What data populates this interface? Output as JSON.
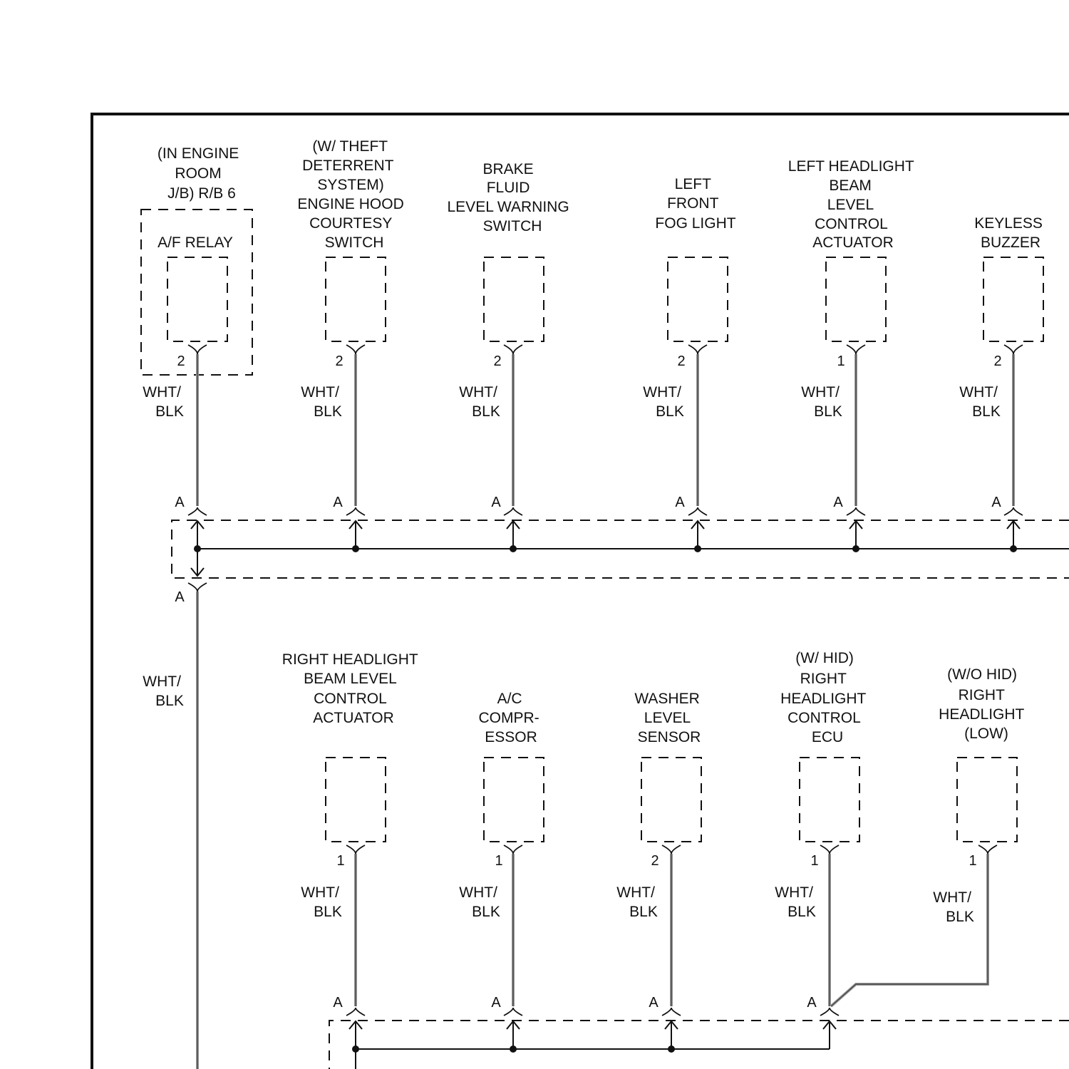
{
  "top_components": [
    {
      "id": "af-relay",
      "label": [
        "(IN ENGINE",
        "ROOM",
        "J/B) R/B 6"
      ],
      "inner_label": "A/F RELAY",
      "pin": "2",
      "wire": [
        "WHT/",
        "BLK"
      ],
      "splice": "A"
    },
    {
      "id": "engine-hood-courtesy-switch",
      "label": [
        "(W/ THEFT",
        "DETERRENT",
        "SYSTEM)",
        "ENGINE HOOD",
        "COURTESY",
        "SWITCH"
      ],
      "pin": "2",
      "wire": [
        "WHT/",
        "BLK"
      ],
      "splice": "A"
    },
    {
      "id": "brake-fluid-level-warning-switch",
      "label": [
        "BRAKE",
        "FLUID",
        "LEVEL WARNING",
        "SWITCH"
      ],
      "pin": "2",
      "wire": [
        "WHT/",
        "BLK"
      ],
      "splice": "A"
    },
    {
      "id": "left-front-fog-light",
      "label": [
        "LEFT",
        "FRONT",
        "FOG LIGHT"
      ],
      "pin": "2",
      "wire": [
        "WHT/",
        "BLK"
      ],
      "splice": "A"
    },
    {
      "id": "left-headlight-beam-level-control-actuator",
      "label": [
        "LEFT HEADLIGHT",
        "BEAM",
        "LEVEL",
        "CONTROL",
        "ACTUATOR"
      ],
      "pin": "1",
      "wire": [
        "WHT/",
        "BLK"
      ],
      "splice": "A"
    },
    {
      "id": "keyless-buzzer",
      "label": [
        "KEYLESS",
        "BUZZER"
      ],
      "pin": "2",
      "wire": [
        "WHT/",
        "BLK"
      ],
      "splice": "A"
    }
  ],
  "trunk": {
    "splice": "A",
    "wire": [
      "WHT/",
      "BLK"
    ]
  },
  "bottom_components": [
    {
      "id": "right-headlight-beam-level-control-actuator",
      "label": [
        "RIGHT HEADLIGHT",
        "BEAM LEVEL",
        "CONTROL",
        "ACTUATOR"
      ],
      "pin": "1",
      "wire": [
        "WHT/",
        "BLK"
      ],
      "splice": "A"
    },
    {
      "id": "ac-compressor",
      "label": [
        "A/C",
        "COMPR-",
        "ESSOR"
      ],
      "pin": "1",
      "wire": [
        "WHT/",
        "BLK"
      ],
      "splice": "A"
    },
    {
      "id": "washer-level-sensor",
      "label": [
        "WASHER",
        "LEVEL",
        "SENSOR"
      ],
      "pin": "2",
      "wire": [
        "WHT/",
        "BLK"
      ],
      "splice": "A"
    },
    {
      "id": "right-headlight-control-ecu",
      "label": [
        "(W/ HID)",
        "RIGHT",
        "HEADLIGHT",
        "CONTROL",
        "ECU"
      ],
      "pin": "1",
      "wire": [
        "WHT/",
        "BLK"
      ],
      "splice": "A"
    },
    {
      "id": "right-headlight-low",
      "label": [
        "(W/O HID)",
        "RIGHT",
        "HEADLIGHT",
        "(LOW)"
      ],
      "pin": "1",
      "wire": [
        "WHT/",
        "BLK"
      ]
    }
  ]
}
